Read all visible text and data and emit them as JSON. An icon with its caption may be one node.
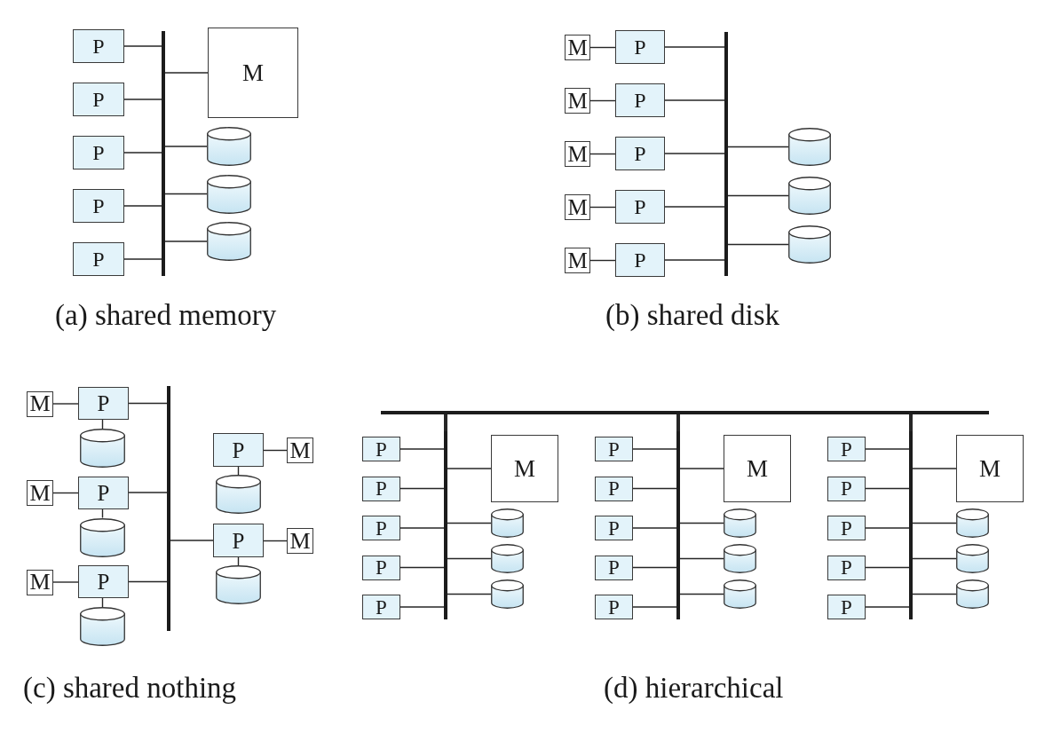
{
  "diagram": {
    "nodes": [
      {
        "text": [
          "P"
        ]
      },
      {
        "text": [
          "P"
        ]
      },
      {
        "text": [
          "P"
        ]
      },
      {
        "text": [
          "P"
        ]
      },
      {
        "text": [
          "P"
        ]
      },
      {
        "text": [],
        "shape": "bar"
      },
      {
        "text": [
          "M"
        ]
      },
      {
        "text": [],
        "shape": "cylinder"
      },
      {
        "text": [],
        "shape": "cylinder"
      },
      {
        "text": [],
        "shape": "cylinder"
      },
      {
        "text": [
          "M"
        ]
      },
      {
        "text": [
          "P"
        ]
      },
      {
        "text": [
          "M"
        ]
      },
      {
        "text": [
          "P"
        ]
      },
      {
        "text": [
          "M"
        ]
      },
      {
        "text": [
          "P"
        ]
      },
      {
        "text": [
          "M"
        ]
      },
      {
        "text": [
          "P"
        ]
      },
      {
        "text": [
          "M"
        ]
      },
      {
        "text": [
          "P"
        ]
      },
      {
        "text": [],
        "shape": "bar"
      },
      {
        "text": [],
        "shape": "cylinder"
      },
      {
        "text": [],
        "shape": "cylinder"
      },
      {
        "text": [],
        "shape": "cylinder"
      },
      {
        "text": [
          "M"
        ]
      },
      {
        "text": [
          "P"
        ]
      },
      {
        "text": [],
        "shape": "cylinder"
      },
      {
        "text": [
          "M"
        ]
      },
      {
        "text": [
          "P"
        ]
      },
      {
        "text": [],
        "shape": "cylinder"
      },
      {
        "text": [
          "M"
        ]
      },
      {
        "text": [
          "P"
        ]
      },
      {
        "text": [],
        "shape": "cylinder"
      },
      {
        "text": [],
        "shape": "bar"
      },
      {
        "text": [
          "P"
        ]
      },
      {
        "text": [
          "M"
        ]
      },
      {
        "text": [],
        "shape": "cylinder"
      },
      {
        "text": [
          "P"
        ]
      },
      {
        "text": [
          "M"
        ]
      },
      {
        "text": [],
        "shape": "cylinder"
      },
      {
        "text": [],
        "shape": "bar"
      },
      {
        "text": [
          "P"
        ]
      },
      {
        "text": [
          "P"
        ]
      },
      {
        "text": [
          "P"
        ]
      },
      {
        "text": [
          "P"
        ]
      },
      {
        "text": [
          "P"
        ]
      },
      {
        "text": [],
        "shape": "bar"
      },
      {
        "text": [
          "M"
        ]
      },
      {
        "text": [],
        "shape": "cylinder"
      },
      {
        "text": [],
        "shape": "cylinder"
      },
      {
        "text": [],
        "shape": "cylinder"
      },
      {
        "text": [
          "P"
        ]
      },
      {
        "text": [
          "P"
        ]
      },
      {
        "text": [
          "P"
        ]
      },
      {
        "text": [
          "P"
        ]
      },
      {
        "text": [
          "P"
        ]
      },
      {
        "text": [],
        "shape": "bar"
      },
      {
        "text": [
          "M"
        ]
      },
      {
        "text": [],
        "shape": "cylinder"
      },
      {
        "text": [],
        "shape": "cylinder"
      },
      {
        "text": [],
        "shape": "cylinder"
      },
      {
        "text": [
          "P"
        ]
      },
      {
        "text": [
          "P"
        ]
      },
      {
        "text": [
          "P"
        ]
      },
      {
        "text": [
          "P"
        ]
      },
      {
        "text": [
          "P"
        ]
      },
      {
        "text": [],
        "shape": "bar"
      },
      {
        "text": [
          "M"
        ]
      },
      {
        "text": [],
        "shape": "cylinder"
      },
      {
        "text": [],
        "shape": "cylinder"
      },
      {
        "text": [],
        "shape": "cylinder"
      }
    ],
    "edges": [
      {
        "from": 0,
        "to": 5,
        "arrow": "none"
      },
      {
        "from": 1,
        "to": 5,
        "arrow": "none"
      },
      {
        "from": 2,
        "to": 5,
        "arrow": "none"
      },
      {
        "from": 3,
        "to": 5,
        "arrow": "none"
      },
      {
        "from": 4,
        "to": 5,
        "arrow": "none"
      },
      {
        "from": 5,
        "to": 6,
        "arrow": "none"
      },
      {
        "from": 5,
        "to": 7,
        "arrow": "none"
      },
      {
        "from": 5,
        "to": 8,
        "arrow": "none"
      },
      {
        "from": 5,
        "to": 9,
        "arrow": "none"
      },
      {
        "from": 10,
        "to": 11,
        "arrow": "none"
      },
      {
        "from": 11,
        "to": 20,
        "arrow": "none"
      },
      {
        "from": 12,
        "to": 13,
        "arrow": "none"
      },
      {
        "from": 13,
        "to": 20,
        "arrow": "none"
      },
      {
        "from": 14,
        "to": 15,
        "arrow": "none"
      },
      {
        "from": 15,
        "to": 20,
        "arrow": "none"
      },
      {
        "from": 16,
        "to": 17,
        "arrow": "none"
      },
      {
        "from": 17,
        "to": 20,
        "arrow": "none"
      },
      {
        "from": 18,
        "to": 19,
        "arrow": "none"
      },
      {
        "from": 19,
        "to": 20,
        "arrow": "none"
      },
      {
        "from": 20,
        "to": 21,
        "arrow": "none"
      },
      {
        "from": 20,
        "to": 22,
        "arrow": "none"
      },
      {
        "from": 20,
        "to": 23,
        "arrow": "none"
      },
      {
        "from": 24,
        "to": 25,
        "arrow": "none"
      },
      {
        "from": 25,
        "to": 26,
        "arrow": "none"
      },
      {
        "from": 25,
        "to": 33,
        "arrow": "none"
      },
      {
        "from": 27,
        "to": 28,
        "arrow": "none"
      },
      {
        "from": 28,
        "to": 29,
        "arrow": "none"
      },
      {
        "from": 28,
        "to": 33,
        "arrow": "none"
      },
      {
        "from": 30,
        "to": 31,
        "arrow": "none"
      },
      {
        "from": 31,
        "to": 32,
        "arrow": "none"
      },
      {
        "from": 31,
        "to": 33,
        "arrow": "none"
      },
      {
        "from": 34,
        "to": 35,
        "arrow": "none"
      },
      {
        "from": 34,
        "to": 36,
        "arrow": "none"
      },
      {
        "from": 33,
        "to": 37,
        "arrow": "none"
      },
      {
        "from": 37,
        "to": 38,
        "arrow": "none"
      },
      {
        "from": 37,
        "to": 39,
        "arrow": "none"
      },
      {
        "from": 40,
        "to": 46,
        "arrow": "none",
        "style": "thick"
      },
      {
        "from": 40,
        "to": 56,
        "arrow": "none",
        "style": "thick"
      },
      {
        "from": 40,
        "to": 66,
        "arrow": "none",
        "style": "thick"
      },
      {
        "from": 41,
        "to": 46,
        "arrow": "none"
      },
      {
        "from": 42,
        "to": 46,
        "arrow": "none"
      },
      {
        "from": 43,
        "to": 46,
        "arrow": "none"
      },
      {
        "from": 44,
        "to": 46,
        "arrow": "none"
      },
      {
        "from": 45,
        "to": 46,
        "arrow": "none"
      },
      {
        "from": 46,
        "to": 47,
        "arrow": "none"
      },
      {
        "from": 46,
        "to": 48,
        "arrow": "none"
      },
      {
        "from": 46,
        "to": 49,
        "arrow": "none"
      },
      {
        "from": 46,
        "to": 50,
        "arrow": "none"
      },
      {
        "from": 51,
        "to": 56,
        "arrow": "none"
      },
      {
        "from": 52,
        "to": 56,
        "arrow": "none"
      },
      {
        "from": 53,
        "to": 56,
        "arrow": "none"
      },
      {
        "from": 54,
        "to": 56,
        "arrow": "none"
      },
      {
        "from": 55,
        "to": 56,
        "arrow": "none"
      },
      {
        "from": 56,
        "to": 57,
        "arrow": "none"
      },
      {
        "from": 56,
        "to": 58,
        "arrow": "none"
      },
      {
        "from": 56,
        "to": 59,
        "arrow": "none"
      },
      {
        "from": 56,
        "to": 60,
        "arrow": "none"
      },
      {
        "from": 61,
        "to": 66,
        "arrow": "none"
      },
      {
        "from": 62,
        "to": 66,
        "arrow": "none"
      },
      {
        "from": 63,
        "to": 66,
        "arrow": "none"
      },
      {
        "from": 64,
        "to": 66,
        "arrow": "none"
      },
      {
        "from": 65,
        "to": 66,
        "arrow": "none"
      },
      {
        "from": 66,
        "to": 67,
        "arrow": "none"
      },
      {
        "from": 66,
        "to": 68,
        "arrow": "none"
      },
      {
        "from": 66,
        "to": 69,
        "arrow": "none"
      },
      {
        "from": 66,
        "to": 70,
        "arrow": "none"
      }
    ],
    "labels": [
      "(a) shared memory",
      "(b) shared disk",
      "(c) shared nothing",
      "(d) hierarchical"
    ]
  }
}
